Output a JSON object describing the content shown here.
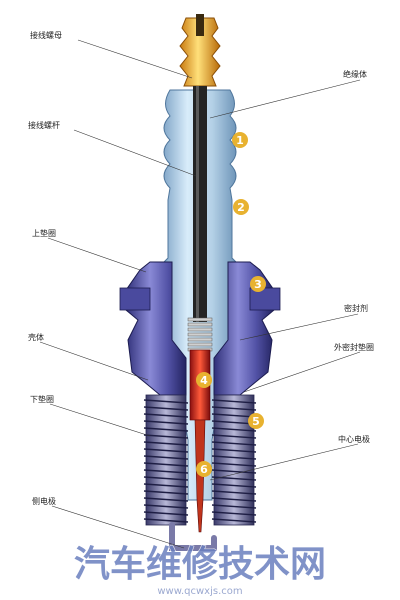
{
  "labels": {
    "nut": "接线螺母",
    "insulator": "绝缘体",
    "stud": "接线螺杆",
    "upper_gasket": "上垫圈",
    "sealant": "密封剂",
    "shell": "壳体",
    "outer_gasket": "外密封垫圈",
    "lower_gasket": "下垫圈",
    "center_electrode": "中心电极",
    "side_electrode": "侧电极"
  },
  "markers": [
    "1",
    "2",
    "3",
    "4",
    "5",
    "6"
  ],
  "watermark": {
    "text": "汽车维修技术网",
    "url": "www.qcwxjs.com"
  },
  "colors": {
    "marker": "#e8b230",
    "insulator": "#a8c8e0",
    "shell": "#5a5aa8",
    "nut": "#f2b020",
    "stud": "#2a2a2a",
    "watermark": "#6a7fbf"
  }
}
